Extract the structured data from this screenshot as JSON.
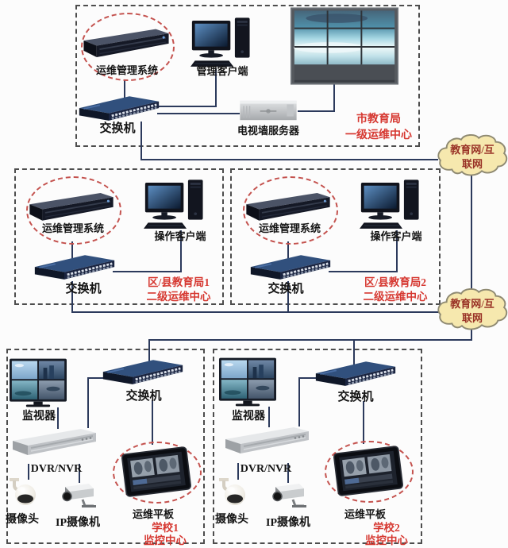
{
  "colors": {
    "line": "#2c3a5c",
    "box_border": "#4d4d4d",
    "oval_border": "#c4524e",
    "red_label": "#d63831",
    "cloud_fill": "#f6e8ae",
    "cloud_border": "#8f8a72",
    "cloud_text": "#993226",
    "label_text": "#141414"
  },
  "cloud_top": {
    "line1": "教育网/互",
    "line2": "联网"
  },
  "cloud_bottom": {
    "line1": "教育网/互",
    "line2": "联网"
  },
  "city": {
    "oms": "运维管理系统",
    "client": "管理客户端",
    "switch": "交换机",
    "tv_server": "电视墙服务器",
    "title1": "市教育局",
    "title2": "一级运维中心"
  },
  "district1": {
    "oms": "运维管理系统",
    "client": "操作客户端",
    "switch": "交换机",
    "title1": "区/县教育局1",
    "title2": "二级运维中心"
  },
  "district2": {
    "oms": "运维管理系统",
    "client": "操作客户端",
    "switch": "交换机",
    "title1": "区/县教育局2",
    "title2": "二级运维中心"
  },
  "school1": {
    "monitor": "监视器",
    "switch": "交换机",
    "dvr": "DVR/NVR",
    "camera": "摄像头",
    "ip_camera": "IP摄像机",
    "tablet": "运维平板",
    "title1": "学校1",
    "title2": "监控中心"
  },
  "school2": {
    "monitor": "监视器",
    "switch": "交换机",
    "dvr": "DVR/NVR",
    "camera": "摄像头",
    "ip_camera": "IP摄像机",
    "tablet": "运维平板",
    "title1": "学校2",
    "title2": "监控中心"
  }
}
